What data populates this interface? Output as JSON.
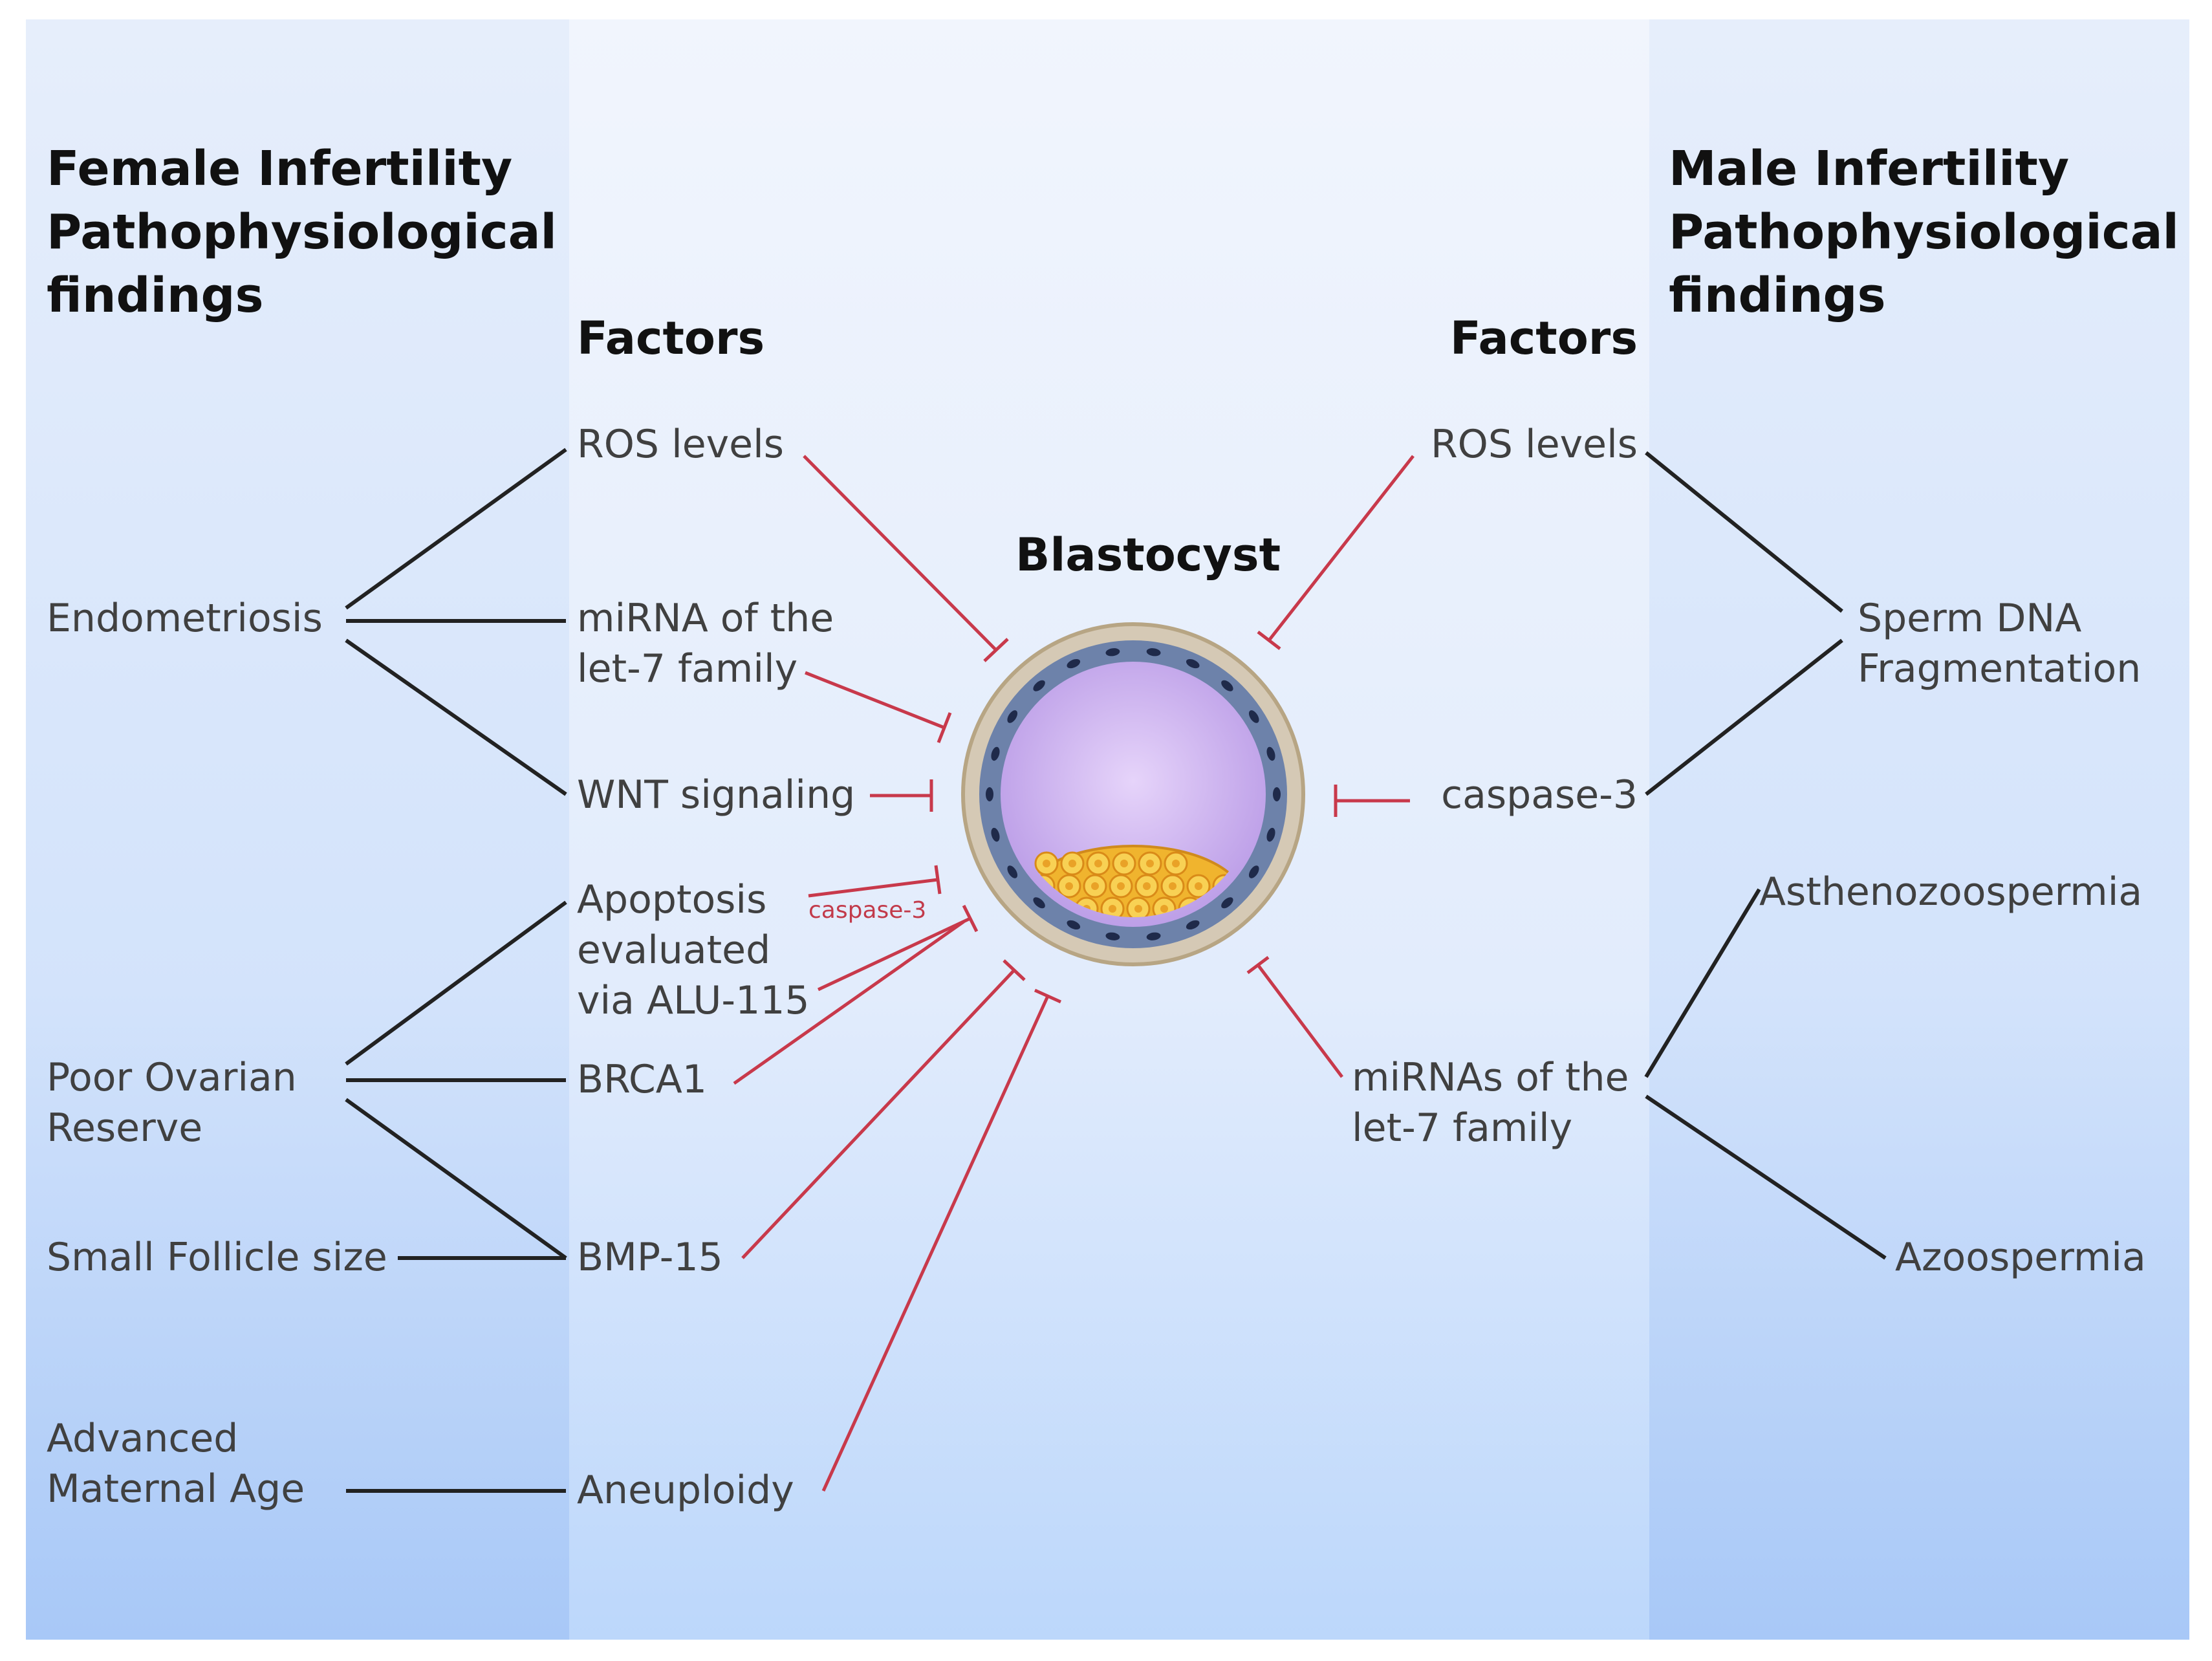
{
  "colors": {
    "black_line": "#222222",
    "inhibit_line": "#c8394b",
    "panel_side_top": "#e3ecfa",
    "panel_side_bottom": "#a9c9f7",
    "panel_mid_top": "#f0f4fc",
    "panel_mid_bottom": "#c2dafb",
    "trophoblast": "#6a7fa6",
    "blastocoel": "#c8a8ee",
    "icm": "#f3c542"
  },
  "headers": {
    "female": "Female Infertility\nPathophysiological\nfindings",
    "male": "Male Infertility\nPathophysiological\nfindings",
    "factors_left": "Factors",
    "factors_right": "Factors",
    "center": "Blastocyst"
  },
  "female_findings": {
    "endometriosis": "Endometriosis",
    "poor_ovarian_reserve": "Poor Ovarian\nReserve",
    "small_follicle": "Small Follicle size",
    "advanced_maternal_age": "Advanced\nMaternal Age"
  },
  "female_factors": {
    "ros": "ROS levels",
    "mirna": "miRNA of the\nlet-7 family",
    "wnt": "WNT signaling",
    "apoptosis": "Apoptosis\nevaluated\nvia ALU-115",
    "caspase_small": "caspase-3",
    "brca1": "BRCA1",
    "bmp15": "BMP-15",
    "aneuploidy": "Aneuploidy"
  },
  "male_factors": {
    "ros": "ROS levels",
    "caspase": "caspase-3",
    "mirnas": "miRNAs of the\nlet-7 family"
  },
  "male_findings": {
    "sperm_dna": "Sperm DNA\nFragmentation",
    "astheno": "Asthenozoospermia",
    "azoo": "Azoospermia"
  }
}
